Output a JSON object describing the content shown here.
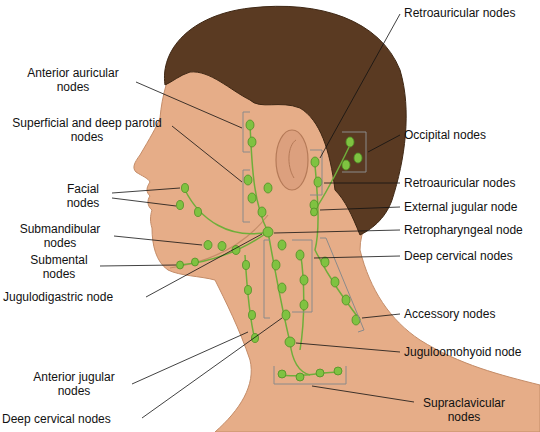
{
  "diagram": {
    "labels": [
      "Anterior auricular nodes",
      "Superficial and deep parotid nodes",
      "Facial nodes",
      "Submandibular nodes",
      "Submental nodes",
      "Jugulodigastric node",
      "Anterior jugular nodes",
      "Deep cervical nodes",
      "Retroauricular nodes",
      "Occipital nodes",
      "Retroauricular nodes",
      "External jugular node",
      "Retropharyngeal node",
      "Deep cervical nodes",
      "Accessory nodes",
      "Juguloomohyoid node",
      "Supraclavicular nodes"
    ]
  }
}
